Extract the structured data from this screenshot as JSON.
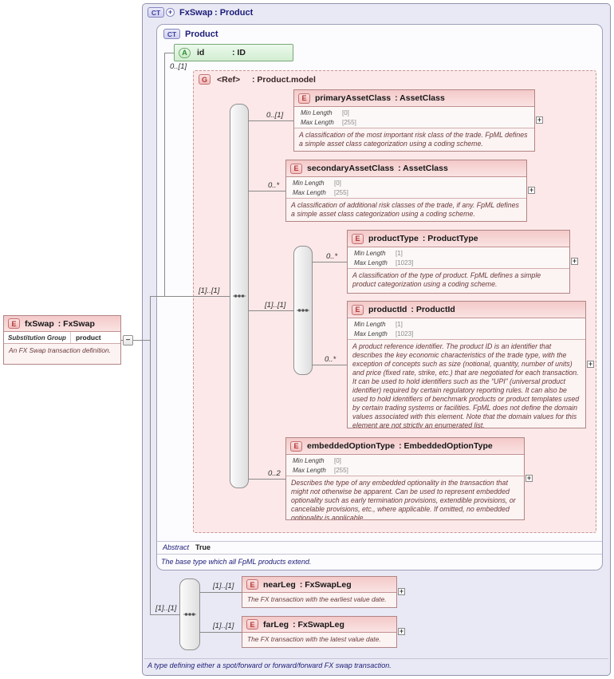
{
  "colors": {
    "container_bg": "#e9e9f5",
    "type_box_bg": "#fcfcfe",
    "group_bg": "#fce8e8",
    "element_header_pink": "#f4c9c9",
    "attribute_green_bg": "#d2eed2",
    "ct_badge_blue": "#3f3f9f",
    "element_red": "#b03a3a",
    "attribute_green": "#2f8a2f",
    "description_maroon": "#6b3939",
    "navy_text": "#1c1c78"
  },
  "icons": {
    "expand": "+",
    "collapse": "−",
    "extension": "+",
    "sequence": "sequence-dots"
  },
  "root": {
    "badge": "CT",
    "name": "FxSwap",
    "type": ": Product",
    "footer_note": "A type defining either a spot/forward or forward/forward FX swap transaction."
  },
  "left_element": {
    "badge": "E",
    "name": "fxSwap",
    "type": ": FxSwap",
    "substitution_label": "Substitution Group",
    "substitution_value": "product",
    "description": "An FX Swap transaction definition."
  },
  "product_type": {
    "badge": "CT",
    "name": "Product",
    "abstract_label": "Abstract",
    "abstract_value": "True",
    "description": "The base type which all FpML products extend.",
    "attribute": {
      "badge": "A",
      "name": "id",
      "type": ": ID"
    },
    "group": {
      "badge": "G",
      "occurrence": "0..[1]",
      "name": "<Ref>",
      "type": ": Product.model",
      "sequence_occurrence": "[1]..[1]",
      "inner_sequence_occurrence": "[1]..[1]"
    }
  },
  "group_elements": [
    {
      "badge": "E",
      "occurrence": "0..[1]",
      "name": "primaryAssetClass",
      "type": ": AssetClass",
      "facets": [
        {
          "label": "Min Length",
          "value": "[0]"
        },
        {
          "label": "Max Length",
          "value": "[255]"
        }
      ],
      "description": "A classification of the most important risk class of the trade. FpML defines a simple asset class categorization using a coding scheme."
    },
    {
      "badge": "E",
      "occurrence": "0..*",
      "name": "secondaryAssetClass",
      "type": ": AssetClass",
      "facets": [
        {
          "label": "Min Length",
          "value": "[0]"
        },
        {
          "label": "Max Length",
          "value": "[255]"
        }
      ],
      "description": "A classification of additional risk classes of the trade, if any. FpML defines a simple asset class categorization using a coding scheme."
    },
    {
      "badge": "E",
      "occurrence": "0..*",
      "name": "productType",
      "type": ": ProductType",
      "facets": [
        {
          "label": "Min Length",
          "value": "[1]"
        },
        {
          "label": "Max Length",
          "value": "[1023]"
        }
      ],
      "description": "A classification of the type of product. FpML defines a simple product categorization using a coding scheme."
    },
    {
      "badge": "E",
      "occurrence": "0..*",
      "name": "productId",
      "type": ": ProductId",
      "facets": [
        {
          "label": "Min Length",
          "value": "[1]"
        },
        {
          "label": "Max Length",
          "value": "[1023]"
        }
      ],
      "description": "A product reference identifier. The product ID is an identifier that describes the key economic characteristics of the trade type, with the exception of concepts such as size (notional, quantity, number of units) and price (fixed rate, strike, etc.) that are negotiated for each transaction. It can be used to hold identifiers such as the “UPI” (universal product identifier) required by certain regulatory reporting rules. It can also be used to hold identifiers of benchmark products or product templates used by certain trading systems or facilities. FpML does not define the domain values associated with this element. Note that the domain values for this element are not strictly an enumerated list."
    },
    {
      "badge": "E",
      "occurrence": "0..2",
      "name": "embeddedOptionType",
      "type": ": EmbeddedOptionType",
      "facets": [
        {
          "label": "Min Length",
          "value": "[0]"
        },
        {
          "label": "Max Length",
          "value": "[255]"
        }
      ],
      "description": "Describes the type of any embedded optionality in the transaction that might not otherwise be apparent. Can be used to represent embedded optionality such as early termination provisions, extendible provisions, or cancelable provisions, etc., where applicable. If omitted, no embedded optionality is applicable."
    }
  ],
  "legs": {
    "sequence_occurrence": "[1]..[1]",
    "items": [
      {
        "badge": "E",
        "occurrence": "[1]..[1]",
        "name": "nearLeg",
        "type": ": FxSwapLeg",
        "description": "The FX transaction with the earliest value date."
      },
      {
        "badge": "E",
        "occurrence": "[1]..[1]",
        "name": "farLeg",
        "type": ": FxSwapLeg",
        "description": "The FX transaction with the latest value date."
      }
    ]
  }
}
